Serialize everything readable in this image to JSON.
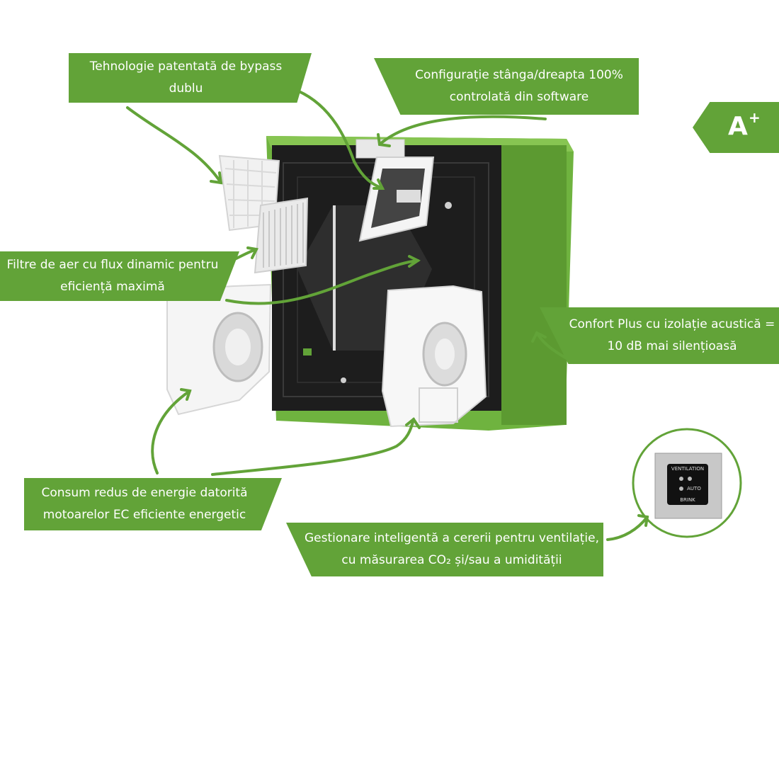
{
  "callouts": {
    "bypass": {
      "line1": "Tehnologie patentată de bypass",
      "line2": "dublu"
    },
    "config": {
      "line1": "Configurație stânga/dreapta 100%",
      "line2": "controlată din software"
    },
    "filter": {
      "line1": "Filtre de aer cu flux dinamic pentru",
      "line2": "eficiență maximă"
    },
    "confort": {
      "line1": "Confort Plus cu izolație acustică =",
      "line2": "10 dB mai silențioasă"
    },
    "consum": {
      "line1": "Consum redus de energie datorită",
      "line2": "motoarelor EC eficiente energetic"
    },
    "gestionare": {
      "line1": "Gestionare inteligentă a cererii pentru ventilație,",
      "line2": "cu măsurarea CO₂ și/sau a umidității"
    }
  },
  "energy_badge": {
    "class": "A",
    "modifier": "+"
  },
  "controller": {
    "brand": "VENTILATION",
    "mode": "AUTO",
    "maker": "BRINK"
  },
  "colors": {
    "accent": "#62a338",
    "unit_housing": "#6fb33f",
    "unit_panel": "#1d1d1d",
    "component": "#f3f3f3"
  }
}
